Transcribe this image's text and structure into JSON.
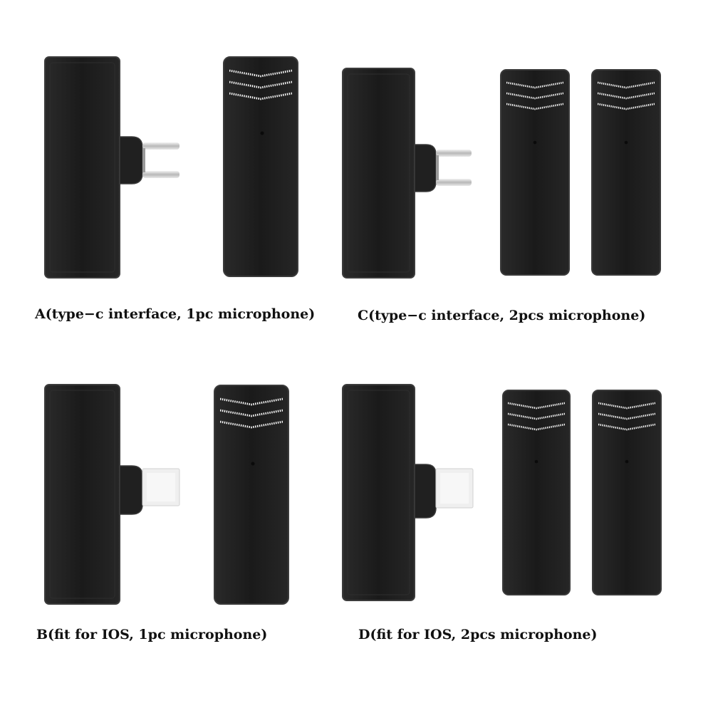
{
  "colors": {
    "body": "#1b1b1b",
    "body_edge": "#3a3a3a",
    "plug_metal": "#d9d9d9",
    "lightning_plug": "#eeeeee",
    "background": "#ffffff"
  },
  "variants": [
    {
      "caption": "A(type−c interface, 1pc microphone)",
      "connector": "type-c-plug",
      "microphones": 1
    },
    {
      "caption": "C(type−c interface, 2pcs microphone)",
      "connector": "type-c-plug",
      "microphones": 2
    },
    {
      "caption": "B(fit for IOS, 1pc microphone)",
      "connector": "lightning-plug",
      "microphones": 1
    },
    {
      "caption": "D(fit for IOS, 2pcs microphone)",
      "connector": "lightning-plug",
      "microphones": 2
    }
  ]
}
